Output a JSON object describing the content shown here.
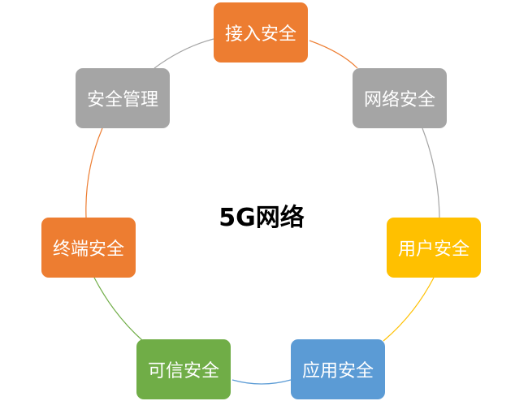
{
  "center": {
    "label": "5G网络"
  },
  "nodes": [
    {
      "label": "接入安全",
      "color": "#ED7D31"
    },
    {
      "label": "网络安全",
      "color": "#A5A5A5"
    },
    {
      "label": "用户安全",
      "color": "#FFC000"
    },
    {
      "label": "应用安全",
      "color": "#5B9BD5"
    },
    {
      "label": "可信安全",
      "color": "#70AD47"
    },
    {
      "label": "终端安全",
      "color": "#ED7D31"
    },
    {
      "label": "安全管理",
      "color": "#A5A5A5"
    }
  ]
}
